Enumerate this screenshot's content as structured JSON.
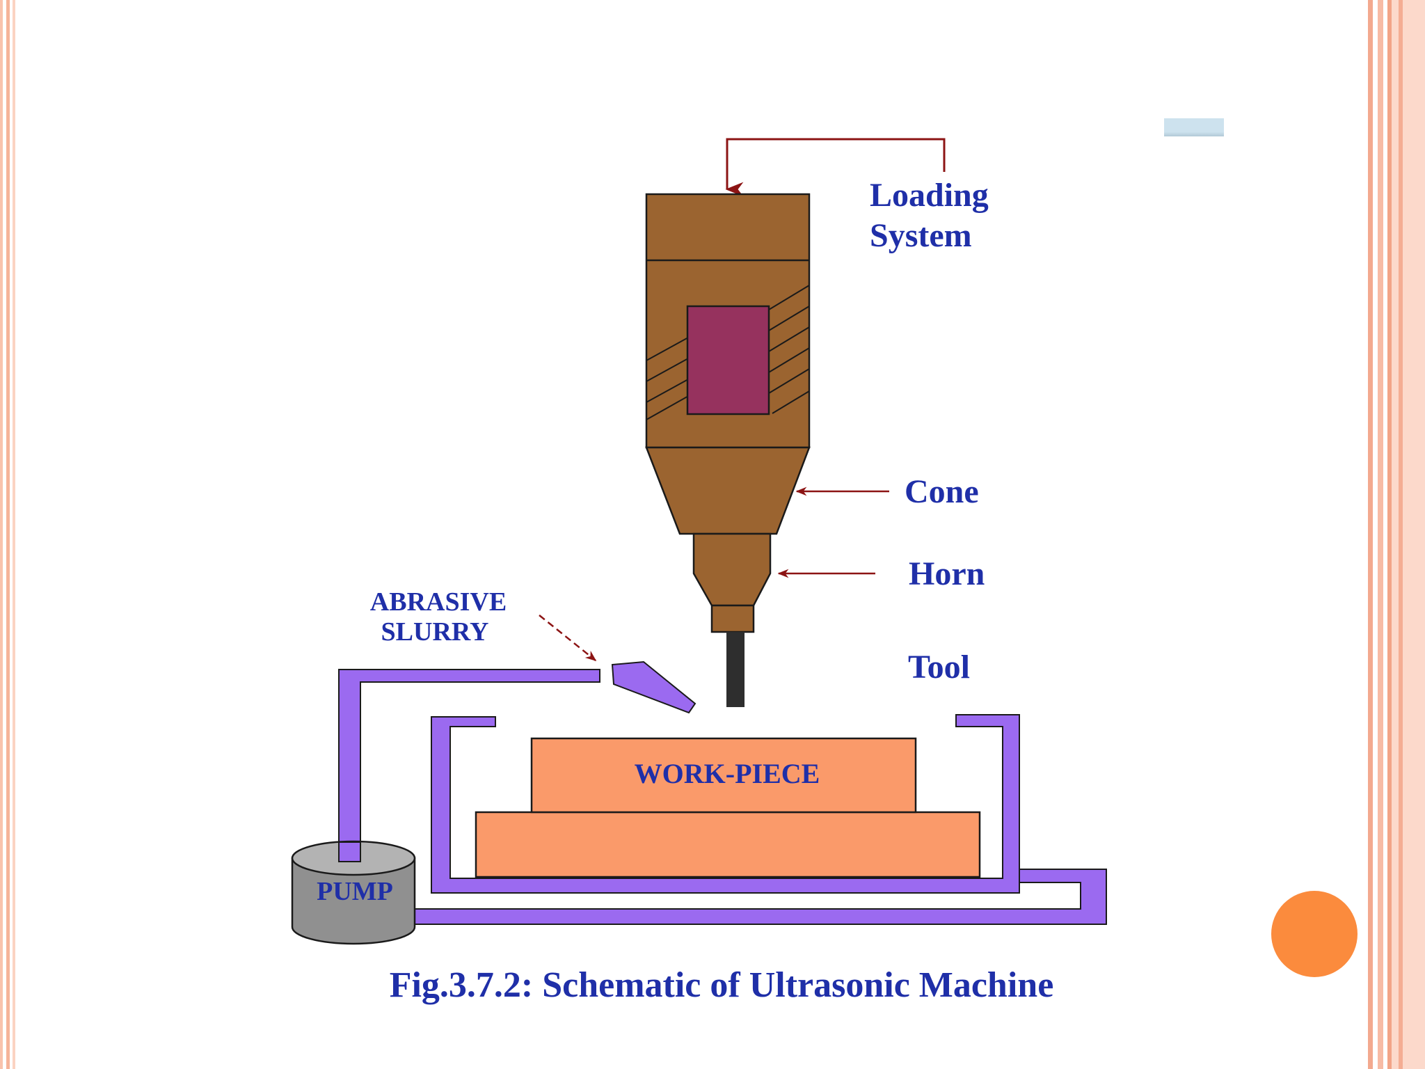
{
  "labels": {
    "loading_system_line1": "Loading",
    "loading_system_line2": "System",
    "cone": "Cone",
    "horn": "Horn",
    "tool": "Tool",
    "abrasive_line1": "ABRASIVE",
    "abrasive_line2": "SLURRY",
    "workpiece": "WORK-PIECE",
    "pump": "PUMP"
  },
  "caption": "Fig.3.7.2: Schematic of Ultrasonic Machine",
  "colors": {
    "transducer_brown": "#9b6430",
    "magnet_core": "#96325e",
    "arrow_red": "#8c1414",
    "pipe_purple": "#9b6af0",
    "workpiece_orange": "#fa9a6a",
    "pump_gray": "#909090",
    "text_blue": "#1f2fa8",
    "accent_dot": "#fb8b3d"
  }
}
